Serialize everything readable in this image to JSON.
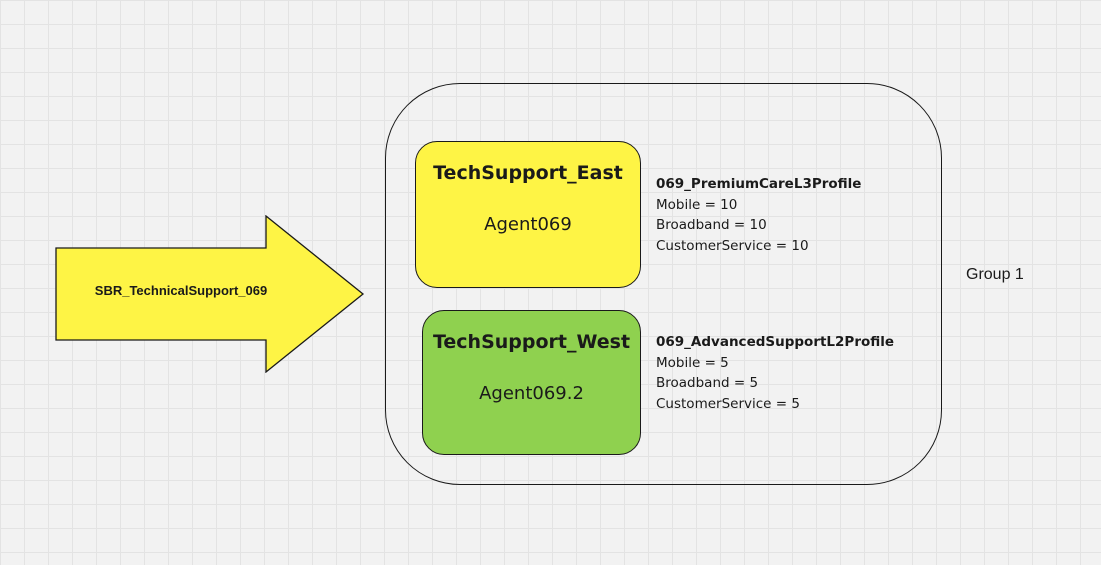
{
  "routing_arrow": {
    "label": "SBR_TechnicalSupport_069",
    "color": "#fef445"
  },
  "group": {
    "label": "Group 1"
  },
  "teams": [
    {
      "title": "TechSupport_East",
      "agent": "Agent069",
      "color": "#fef445",
      "profile": {
        "name": "069_PremiumCareL3Profile",
        "skills": [
          "Mobile = 10",
          "Broadband = 10",
          "CustomerService = 10"
        ]
      }
    },
    {
      "title": "TechSupport_West",
      "agent": "Agent069.2",
      "color": "#8fd14f",
      "profile": {
        "name": "069_AdvancedSupportL2Profile",
        "skills": [
          "Mobile = 5",
          "Broadband = 5",
          "CustomerService = 5"
        ]
      }
    }
  ]
}
